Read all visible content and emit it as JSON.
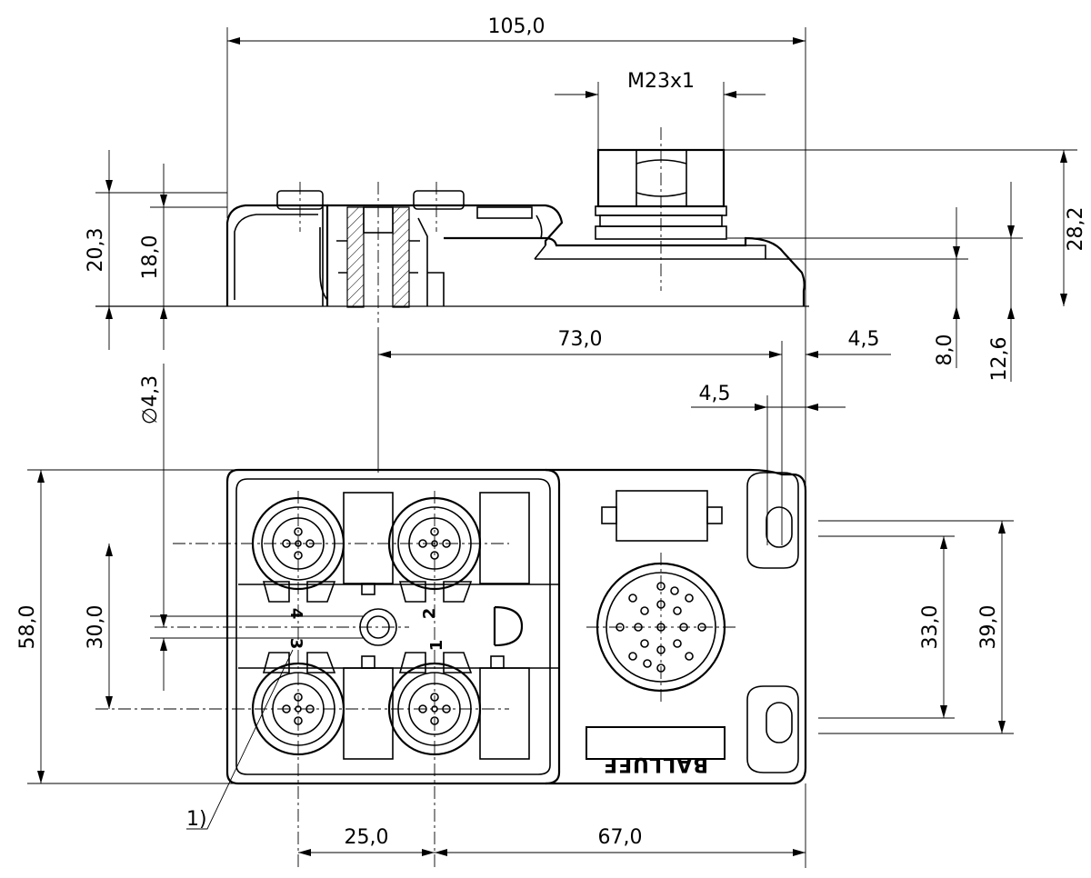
{
  "dimensions": {
    "overall_length": "105,0",
    "thread": "M23x1",
    "height_total": "28,2",
    "height_left": "20,3",
    "height_inner": "18,0",
    "flange_height": "12,6",
    "flange_inner": "8,0",
    "hole_to_end": "73,0",
    "end_offset_top": "4,5",
    "end_offset_bottom": "4,5",
    "hole_diameter": "4,3",
    "width": "58,0",
    "port_spacing_v": "30,0",
    "slot_spacing": "33,0",
    "slot_outer": "39,0",
    "port_spacing_h": "25,0",
    "connector_offset": "67,0"
  },
  "diameter_symbol": "∅",
  "port_labels": [
    "4",
    "2",
    "3",
    "1"
  ],
  "footnote_marker": "1)",
  "brand_logo": "BALLUFF"
}
